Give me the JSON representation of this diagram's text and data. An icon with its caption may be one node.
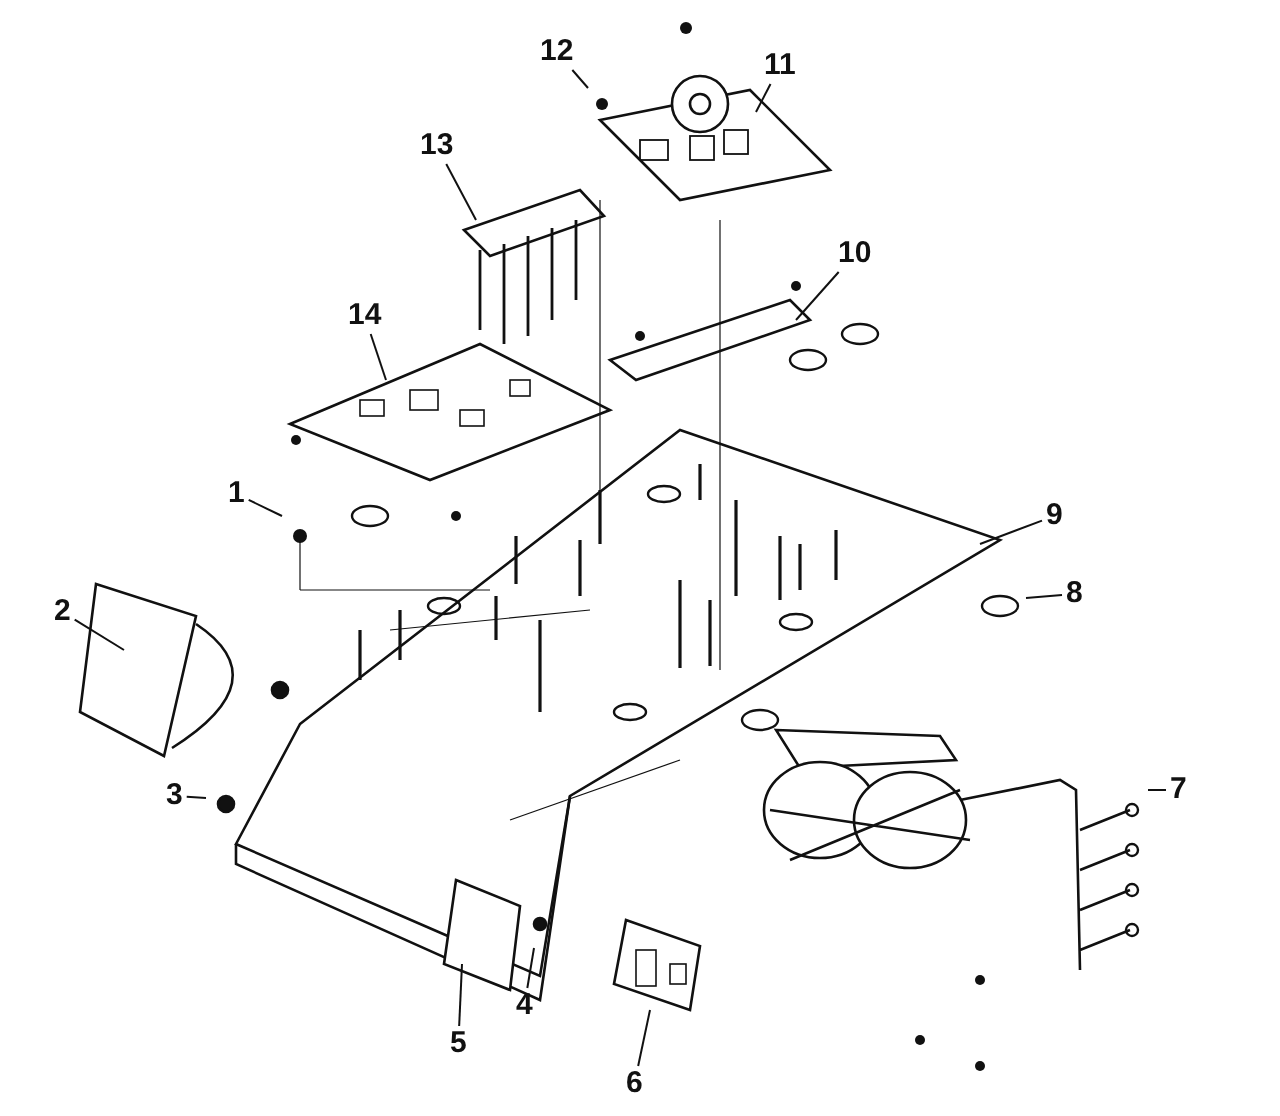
{
  "diagram": {
    "nodes": [
      {
        "text": [
          "1"
        ]
      },
      {
        "text": [
          "2"
        ]
      },
      {
        "text": [
          "3"
        ]
      },
      {
        "text": [
          "4"
        ]
      },
      {
        "text": [
          "5"
        ]
      },
      {
        "text": [
          "6"
        ]
      },
      {
        "text": [
          "7"
        ]
      },
      {
        "text": [
          "8"
        ]
      },
      {
        "text": [
          "9"
        ]
      },
      {
        "text": [
          "10"
        ]
      },
      {
        "text": [
          "11"
        ]
      },
      {
        "text": [
          "12"
        ]
      },
      {
        "text": [
          "13"
        ]
      },
      {
        "text": [
          "14"
        ]
      }
    ],
    "edges": [
      {
        "from": 0,
        "to": null,
        "arrow": "none"
      },
      {
        "from": 1,
        "to": null,
        "arrow": "none"
      },
      {
        "from": 2,
        "to": null,
        "arrow": "none"
      },
      {
        "from": 3,
        "to": null,
        "arrow": "none"
      },
      {
        "from": 4,
        "to": null,
        "arrow": "none"
      },
      {
        "from": 5,
        "to": null,
        "arrow": "none"
      },
      {
        "from": 6,
        "to": null,
        "arrow": "none"
      },
      {
        "from": 7,
        "to": null,
        "arrow": "none"
      },
      {
        "from": 8,
        "to": null,
        "arrow": "none"
      },
      {
        "from": 9,
        "to": null,
        "arrow": "none"
      },
      {
        "from": 10,
        "to": null,
        "arrow": "none"
      },
      {
        "from": 11,
        "to": null,
        "arrow": "none"
      },
      {
        "from": 12,
        "to": null,
        "arrow": "none"
      },
      {
        "from": 13,
        "to": null,
        "arrow": "none"
      }
    ]
  }
}
